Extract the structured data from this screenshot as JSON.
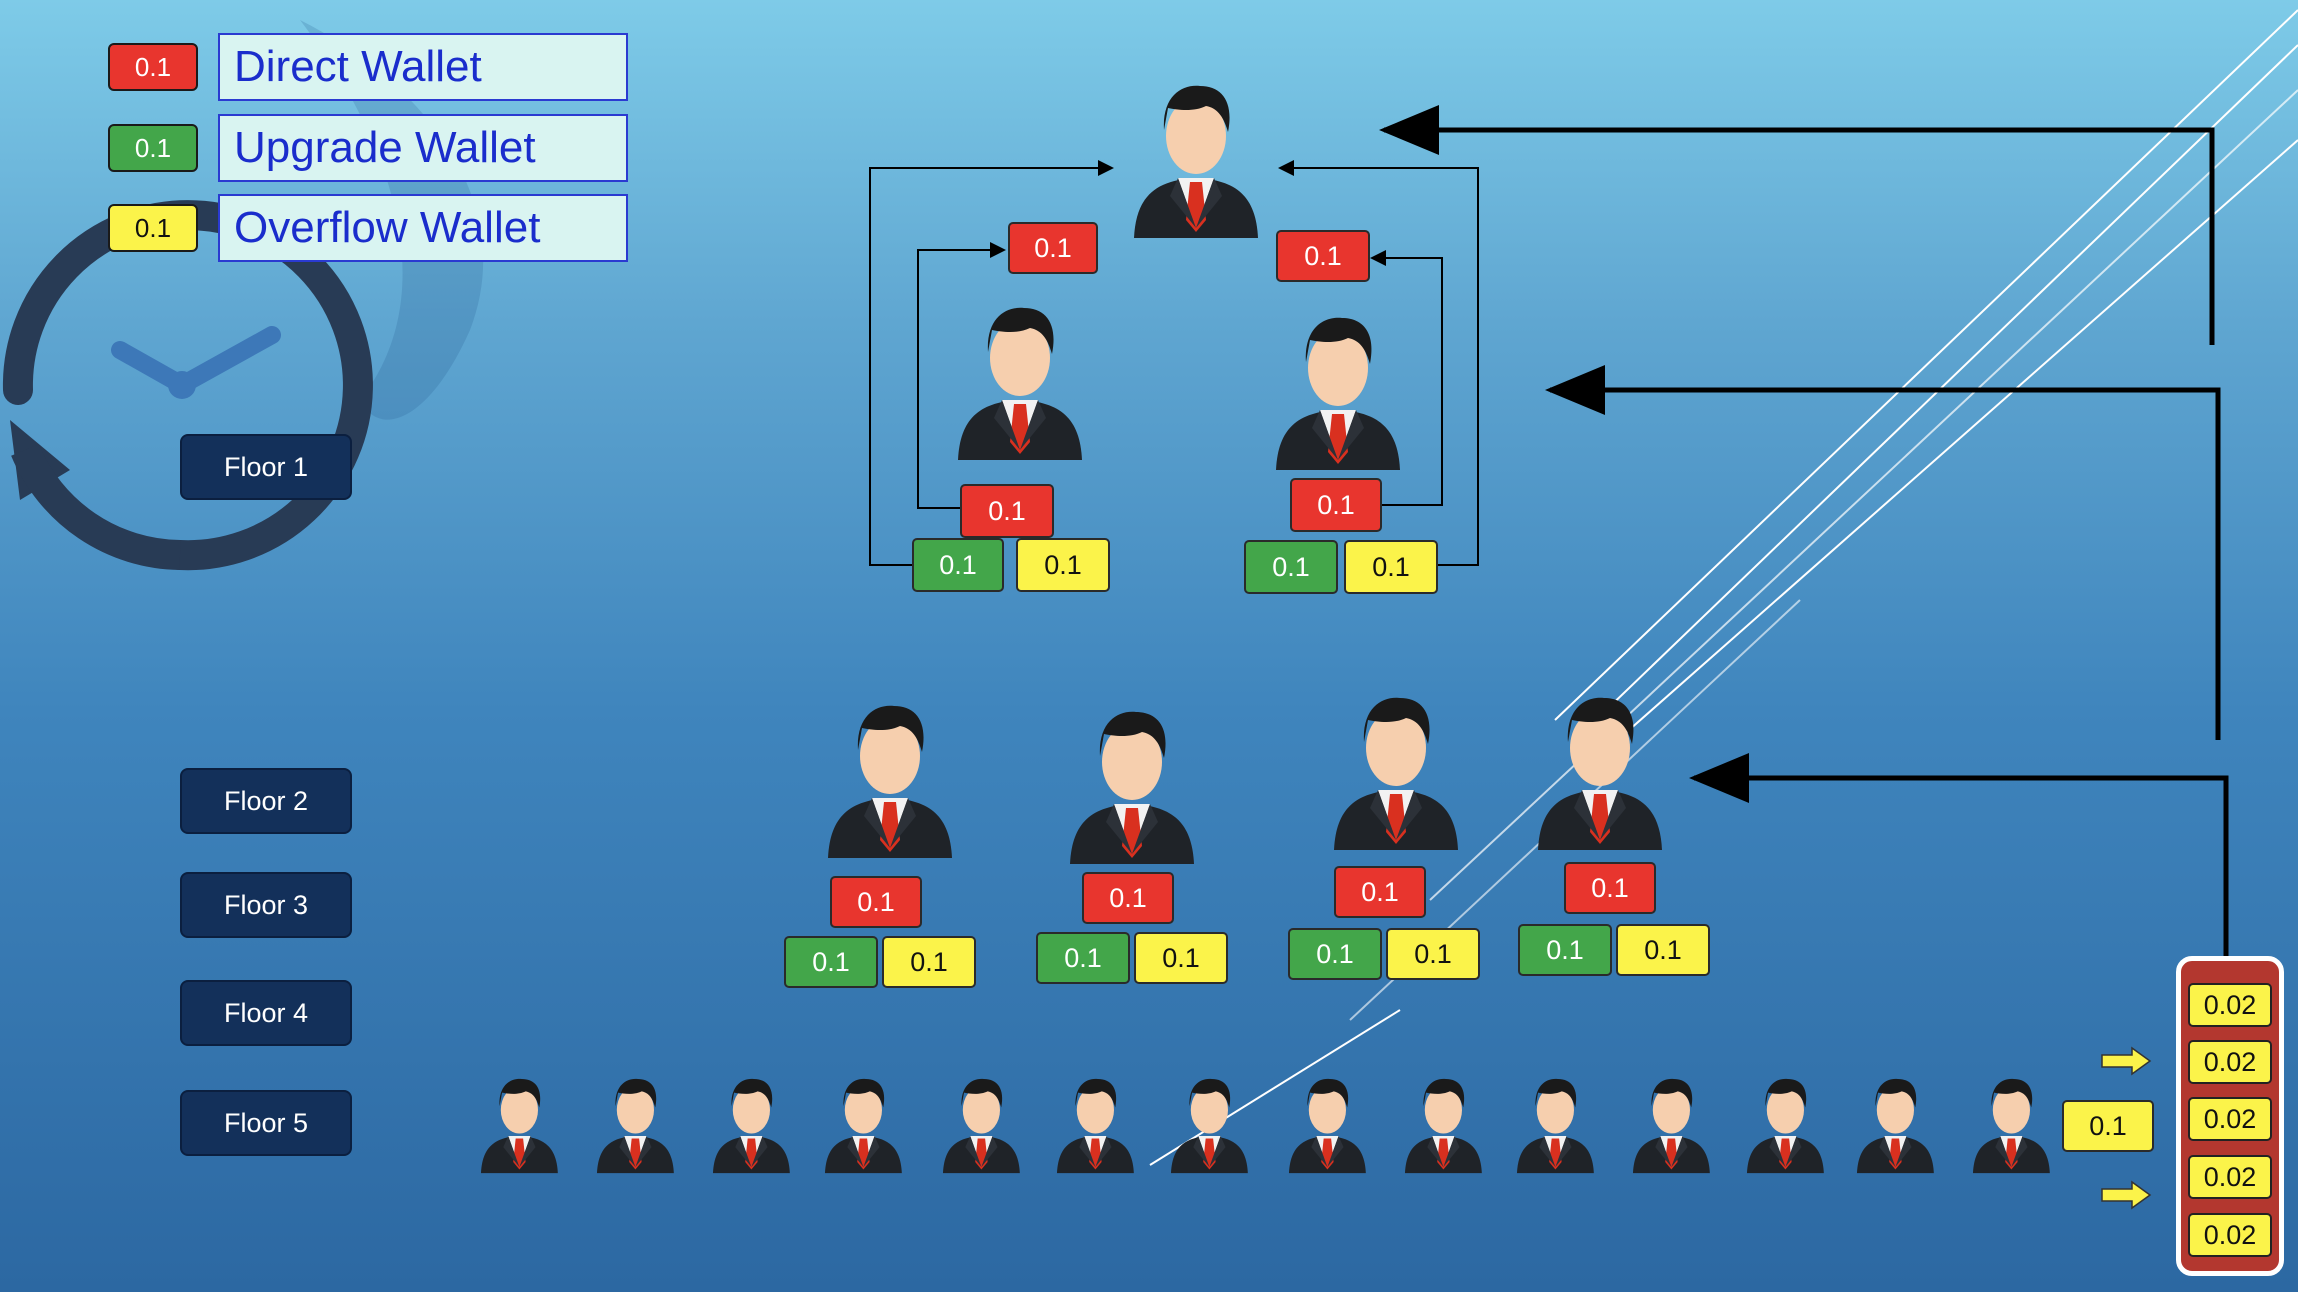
{
  "legend": [
    {
      "chip_value": "0.1",
      "label": "Direct Wallet",
      "color": "#e8352e"
    },
    {
      "chip_value": "0.1",
      "label": "Upgrade Wallet",
      "color": "#43a64a"
    },
    {
      "chip_value": "0.1",
      "label": "Overflow Wallet",
      "color": "#fbf34a"
    }
  ],
  "floors": [
    "Floor 1",
    "Floor 2",
    "Floor 3",
    "Floor 4",
    "Floor 5"
  ],
  "wallet_value": "0.1",
  "queue": {
    "values": [
      "0.02",
      "0.02",
      "0.02",
      "0.02",
      "0.02"
    ],
    "incoming_value": "0.1"
  },
  "icons": [
    "clock-cycle-icon",
    "person-icon",
    "arrow-right-icon"
  ]
}
